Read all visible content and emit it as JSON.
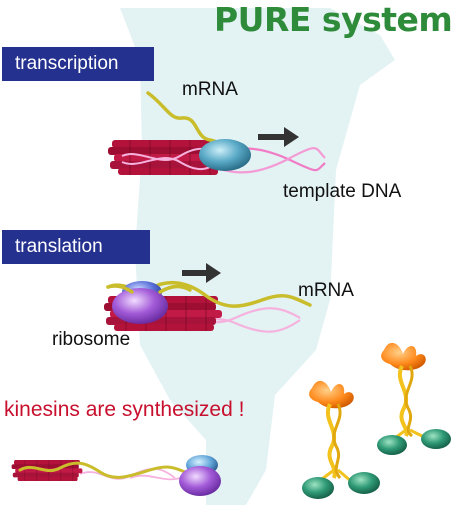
{
  "title": "PURE system",
  "steps": {
    "transcription_label": "transcription",
    "translation_label": "translation"
  },
  "labels": {
    "mrna_top": "mRNA",
    "template_dna": "template DNA",
    "mrna_middle": "mRNA",
    "ribosome": "ribosome"
  },
  "caption": "kinesins are synthesized !",
  "colors": {
    "title": "#2e8b3a",
    "label_background": "#25318f",
    "caption": "#c8102e",
    "background_shape": "#e2f1f2",
    "dna_bundle": "#b3123b",
    "mrna": "#c9bd2c",
    "dna_strand": "#f07cc5",
    "polymerase": "#5aaac7",
    "ribosome_large": "#a35bd8",
    "ribosome_small": "#5a6fd8",
    "kinesin_head": "#ff8a1c",
    "kinesin_stalk": "#f3c21c",
    "kinesin_foot": "#2f9a76",
    "arrow": "#333333"
  },
  "icons": [
    "right-arrow-icon",
    "dna-bundle-icon",
    "polymerase-icon",
    "ribosome-icon",
    "kinesin-icon"
  ]
}
